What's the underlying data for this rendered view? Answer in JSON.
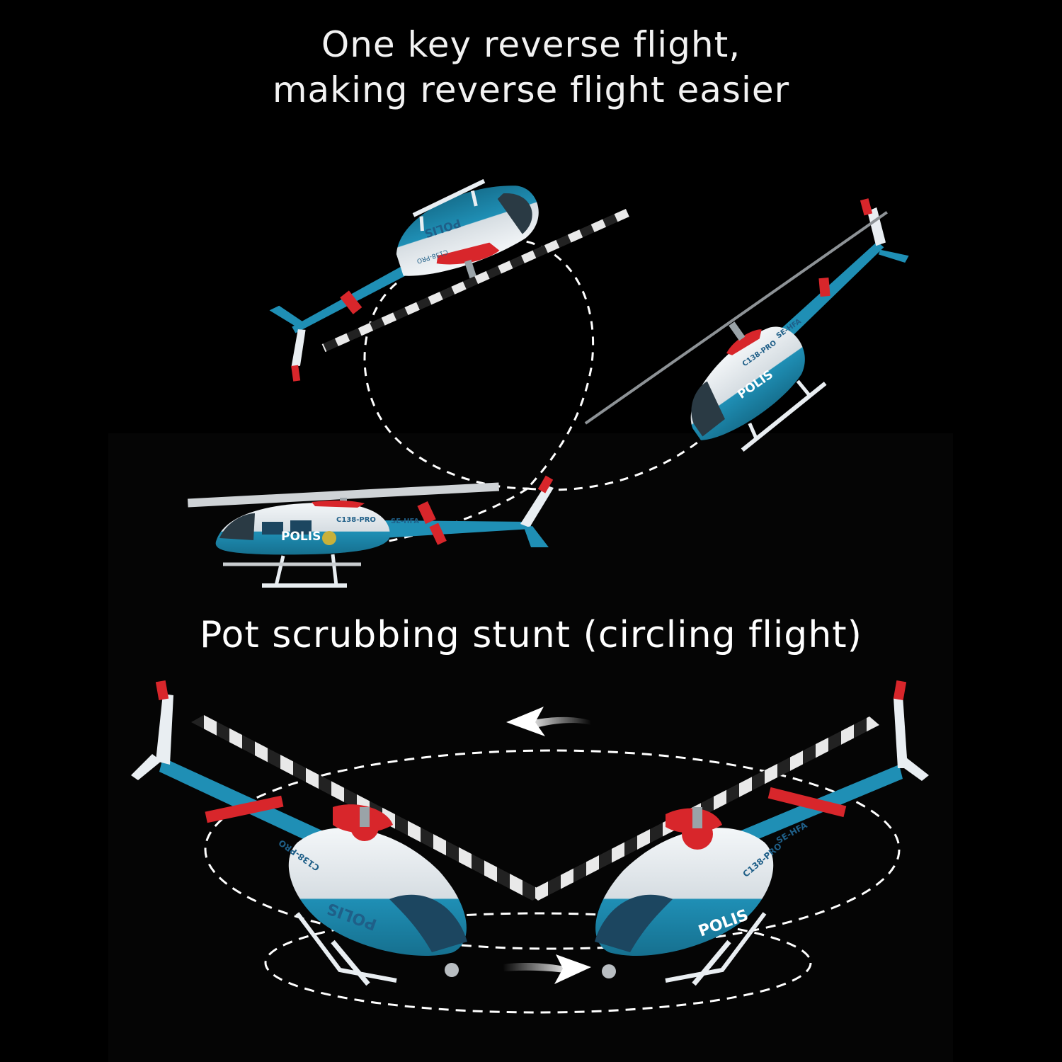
{
  "title": {
    "line1": "One key reverse flight,",
    "line2": "making reverse flight easier"
  },
  "caption": "Pot scrubbing stunt (circling flight)",
  "livery": {
    "registration": "SE-HFA",
    "model": "C138-PRO",
    "marking": "POLIS"
  },
  "colors": {
    "background": "#000000",
    "body_blue": "#1f8fb5",
    "body_white": "#e9eef2",
    "accent_red": "#d8262b",
    "text": "#f2f2f2"
  },
  "icons": [
    "reverse-arrow-left-icon",
    "forward-arrow-right-icon"
  ]
}
